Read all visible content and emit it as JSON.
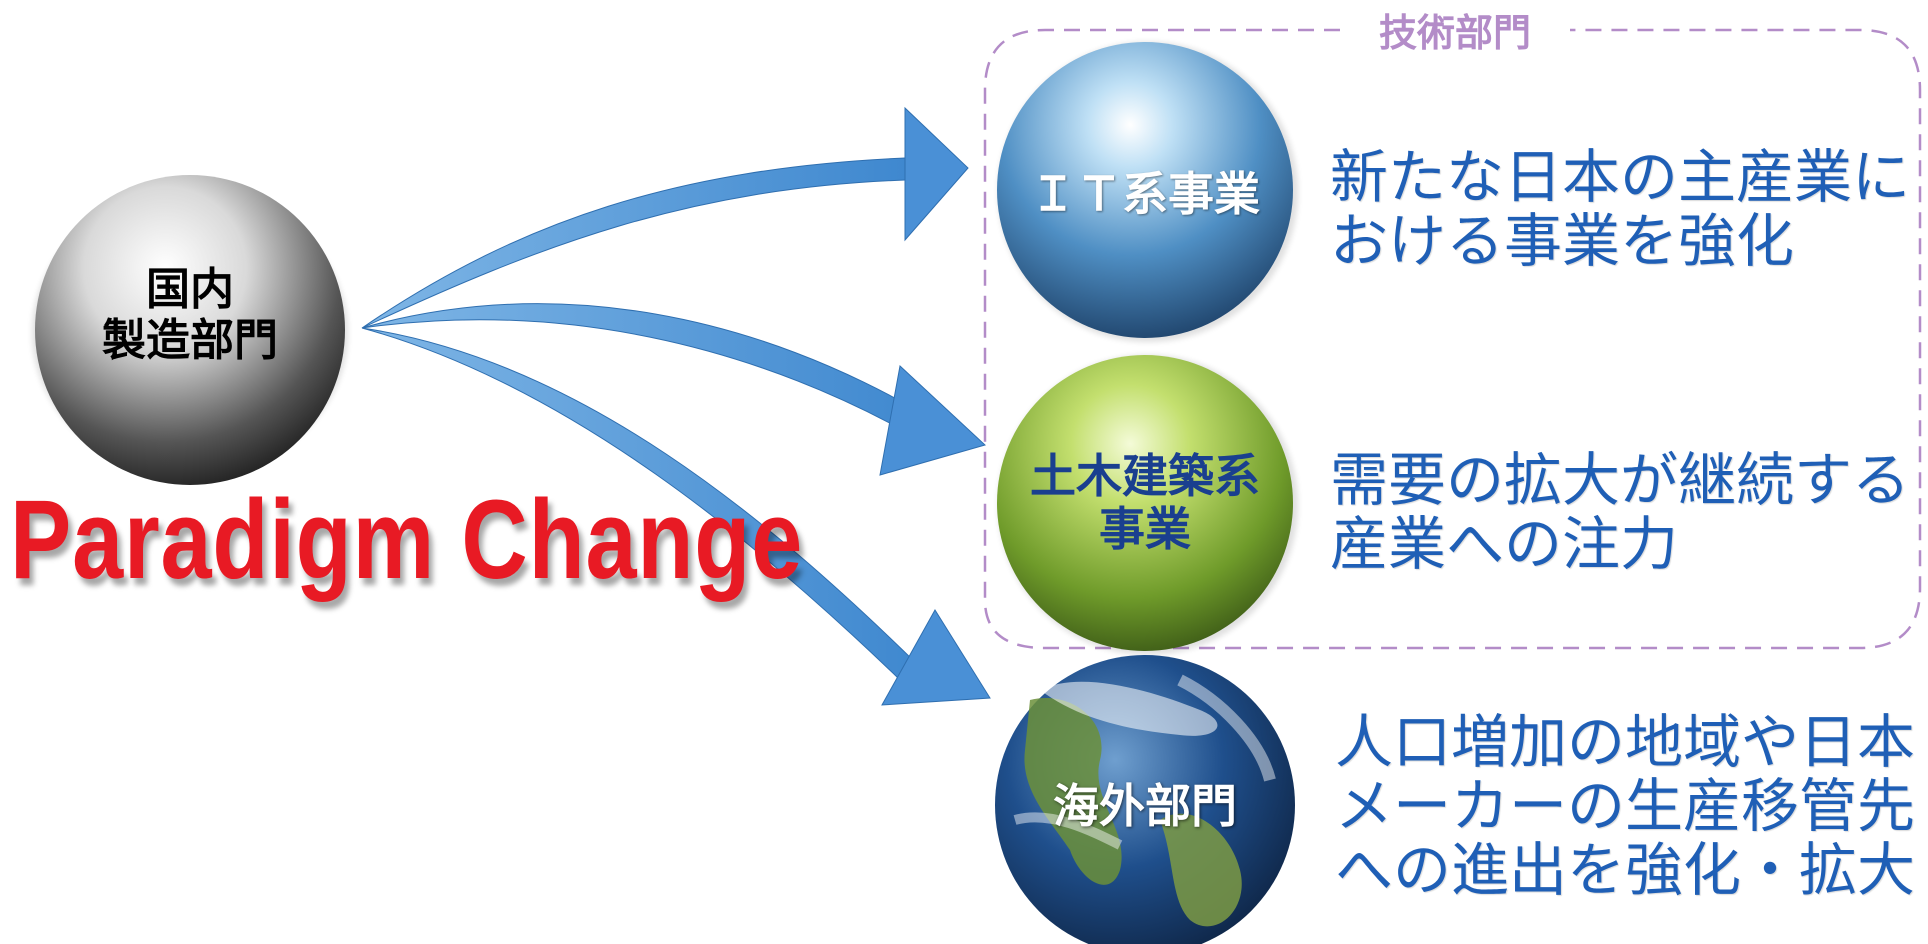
{
  "group": {
    "label": "技術部門"
  },
  "source": {
    "label_line1": "国内",
    "label_line2": "製造部門",
    "icon": "silver-sphere-icon"
  },
  "headline": "Paradigm Change",
  "targets": [
    {
      "label_line1": "ＩＴ系事業",
      "label_line2": "",
      "icon": "blue-sphere-icon",
      "desc_line1": "新たな日本の主産業に",
      "desc_line2": "おける事業を強化",
      "desc_line3": ""
    },
    {
      "label_line1": "土木建築系",
      "label_line2": "事業",
      "icon": "green-sphere-icon",
      "desc_line1": "需要の拡大が継続する",
      "desc_line2": "産業への注力",
      "desc_line3": ""
    },
    {
      "label_line1": "海外部門",
      "label_line2": "",
      "icon": "earth-globe-icon",
      "desc_line1": "人口増加の地域や日本",
      "desc_line2": "メーカーの生産移管先",
      "desc_line3": "への進出を強化・拡大"
    }
  ],
  "colors": {
    "arrow": "#5b9bd5",
    "headline": "#e81a24",
    "description": "#1f5fb6",
    "group_border": "#b38cc8",
    "label_it": "#ffffff",
    "label_civil": "#1a3f8f",
    "label_overseas": "#ffffff",
    "label_domestic": "#000000"
  }
}
